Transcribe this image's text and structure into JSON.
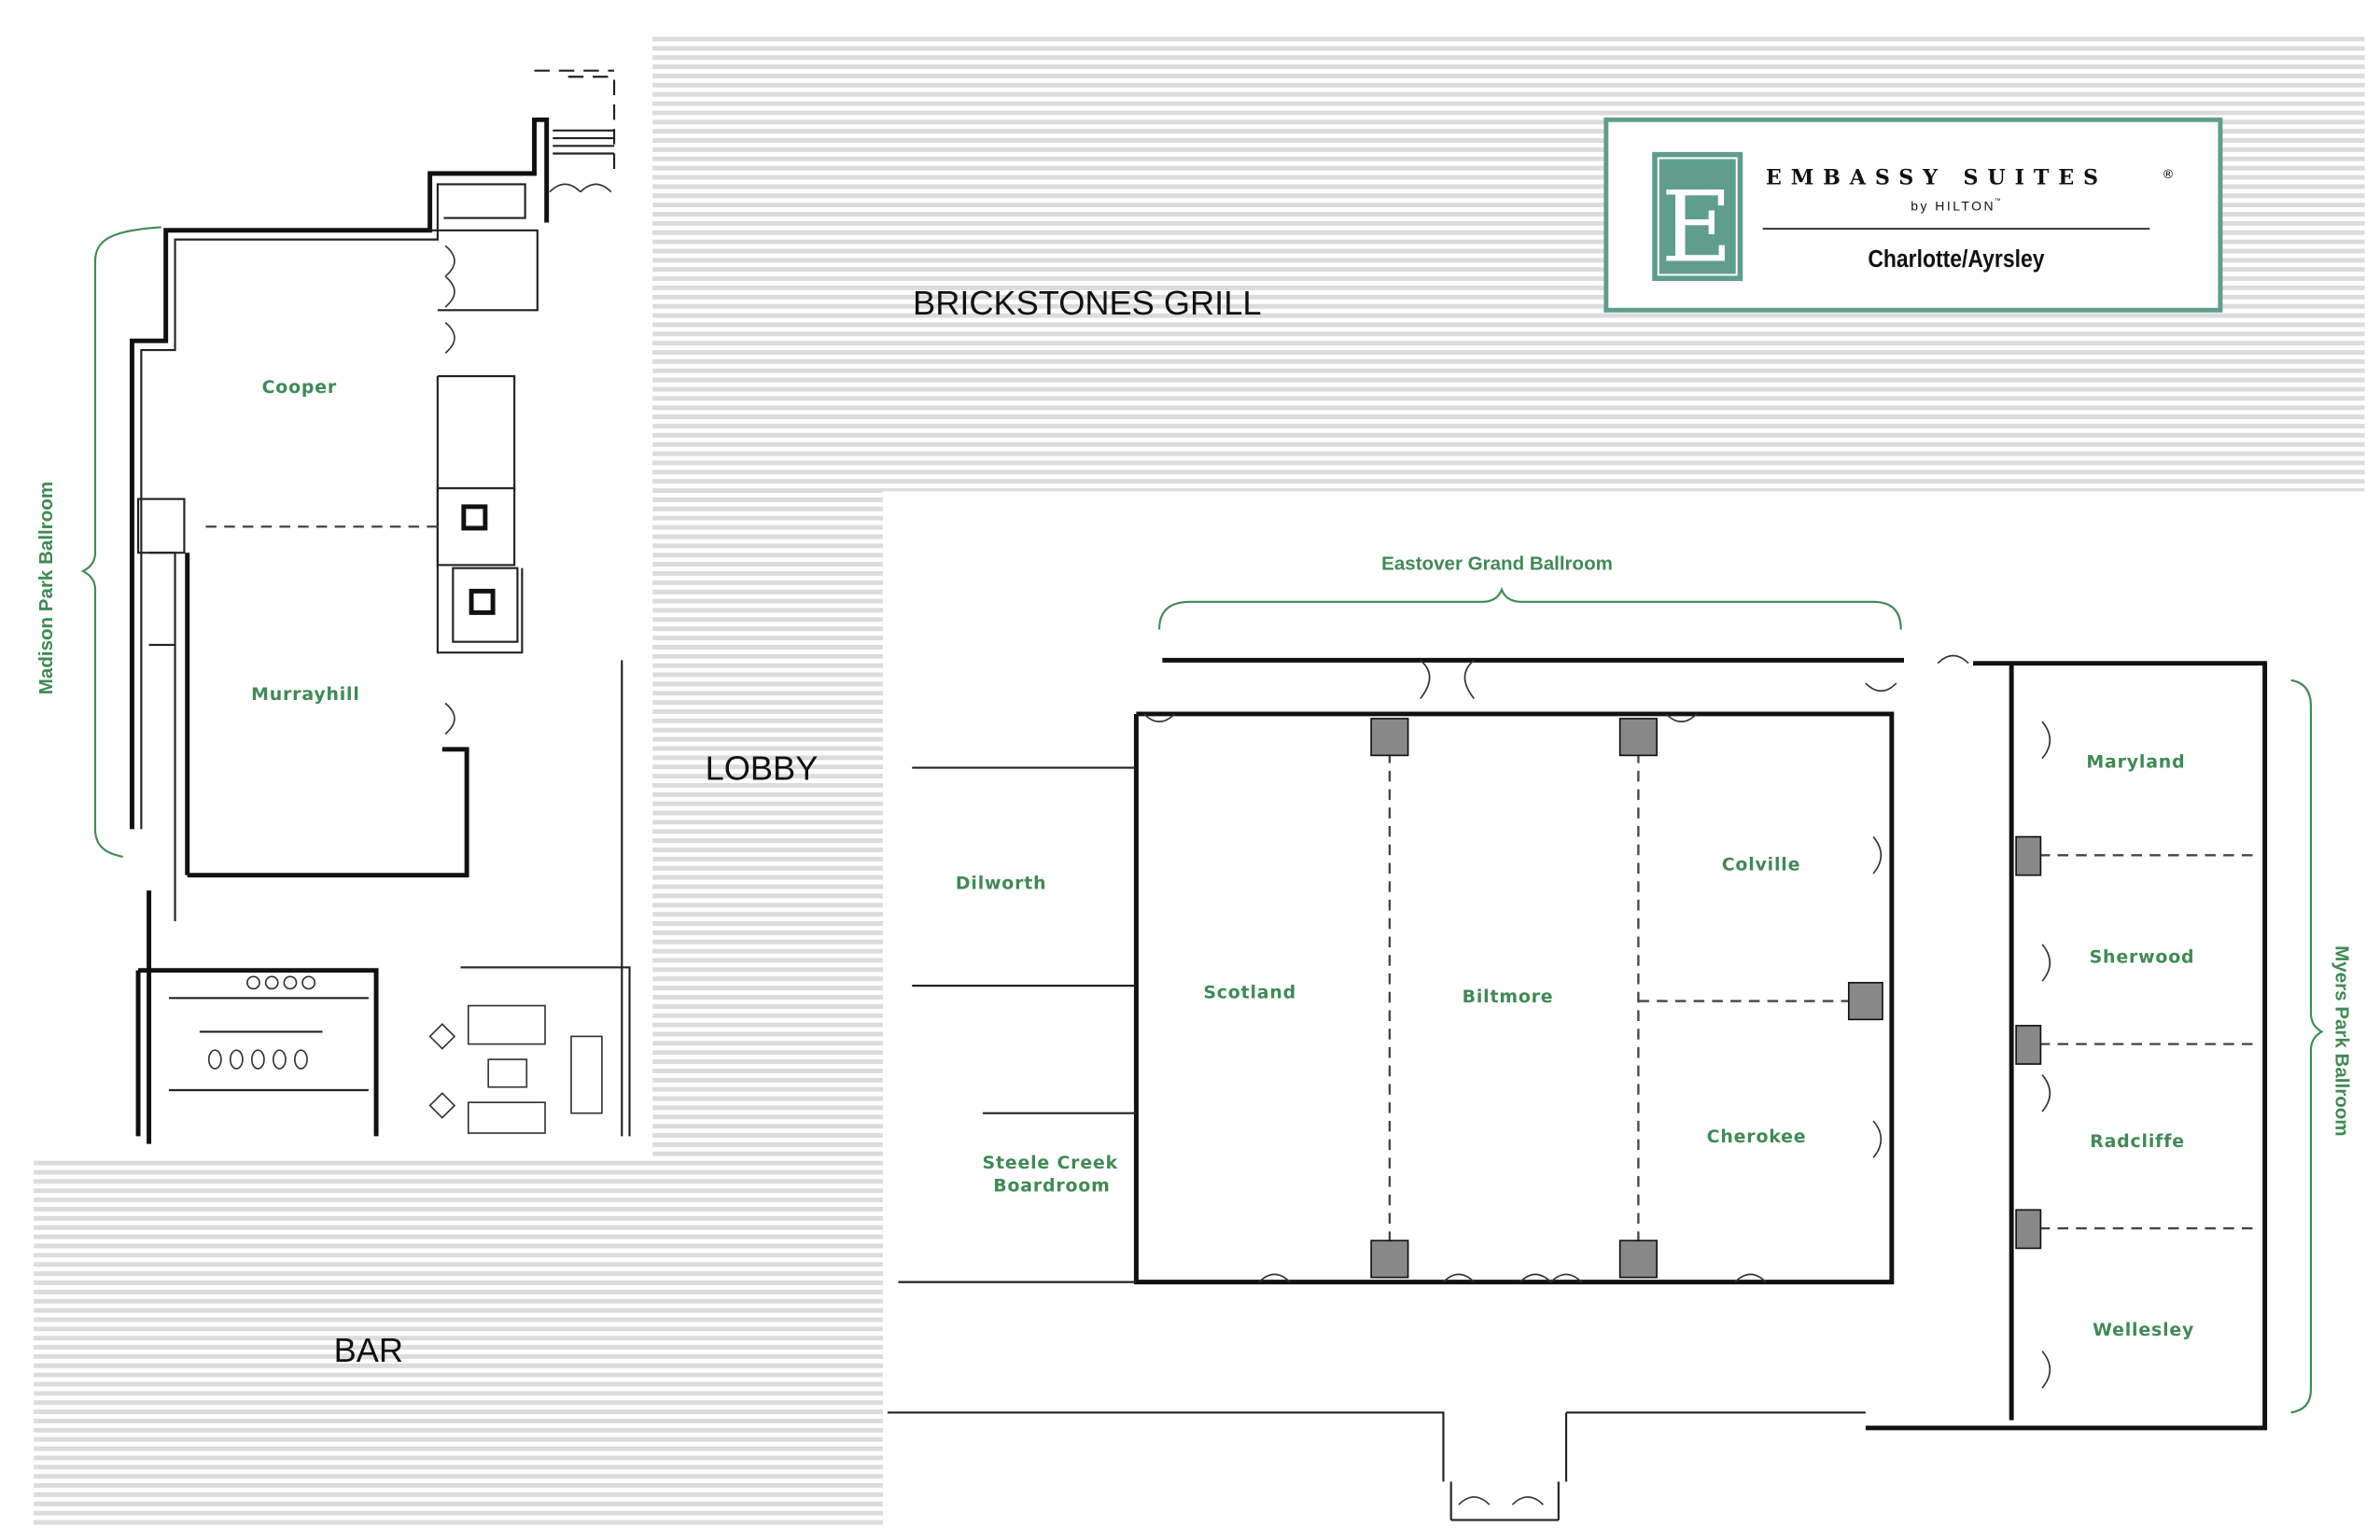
{
  "logo": {
    "brand": "EMBASSY SUITES",
    "registered": "®",
    "sub": "by HILTON",
    "tm": "™",
    "location": "Charlotte/Ayrsley",
    "letter": "E",
    "brand_color": "#5f9e8c"
  },
  "areas": {
    "grill": "BRICKSTONES GRILL",
    "lobby": "LOBBY",
    "bar": "BAR"
  },
  "groups": {
    "madison": "Madison Park Ballroom",
    "eastover": "Eastover Grand Ballroom",
    "myers": "Myers Park Ballroom"
  },
  "rooms": {
    "cooper": "Cooper",
    "murrayhill": "Murrayhill",
    "dilworth": "Dilworth",
    "steele_1": "Steele Creek",
    "steele_2": "Boardroom",
    "scotland": "Scotland",
    "biltmore": "Biltmore",
    "colville": "Colville",
    "cherokee": "Cherokee",
    "maryland": "Maryland",
    "sherwood": "Sherwood",
    "radcliffe": "Radcliffe",
    "wellesley": "Wellesley"
  },
  "colors": {
    "room_label": "#3f8a55",
    "hatch": "#d9d9d9"
  }
}
